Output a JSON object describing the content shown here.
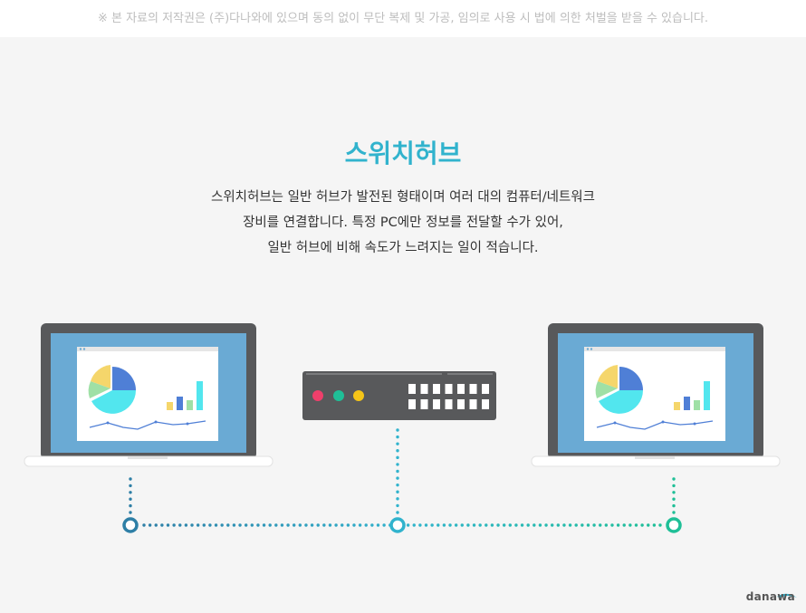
{
  "copyright": "※ 본 자료의 저작권은 (주)다나와에 있으며 동의 없이 무단 복제 및 가공, 임의로 사용 시 법에 의한 처벌을 받을 수 있습니다.",
  "title": "스위치허브",
  "description": [
    "스위치허브는 일반 허브가 발전된 형태이며 여러 대의 컴퓨터/네트워크",
    "장비를 연결합니다. 특정 PC에만 정보를 전달할 수가 있어,",
    "일반 허브에 비해 속도가 느려지는 일이 적습니다."
  ],
  "brand": "danawa",
  "colors": {
    "title": "#31b3cd",
    "laptop_screen": "#6aaad4",
    "hub_body": "#58595b",
    "node_left": "#2e7fa6",
    "node_center": "#31b3cd",
    "node_right": "#1fbf97",
    "led_1": "#ef3f6b",
    "led_2": "#1fbf97",
    "led_3": "#f5c518"
  },
  "icons": [
    "laptop-icon",
    "switch-hub-icon",
    "pie-chart-icon",
    "bar-chart-icon",
    "line-chart-icon"
  ]
}
